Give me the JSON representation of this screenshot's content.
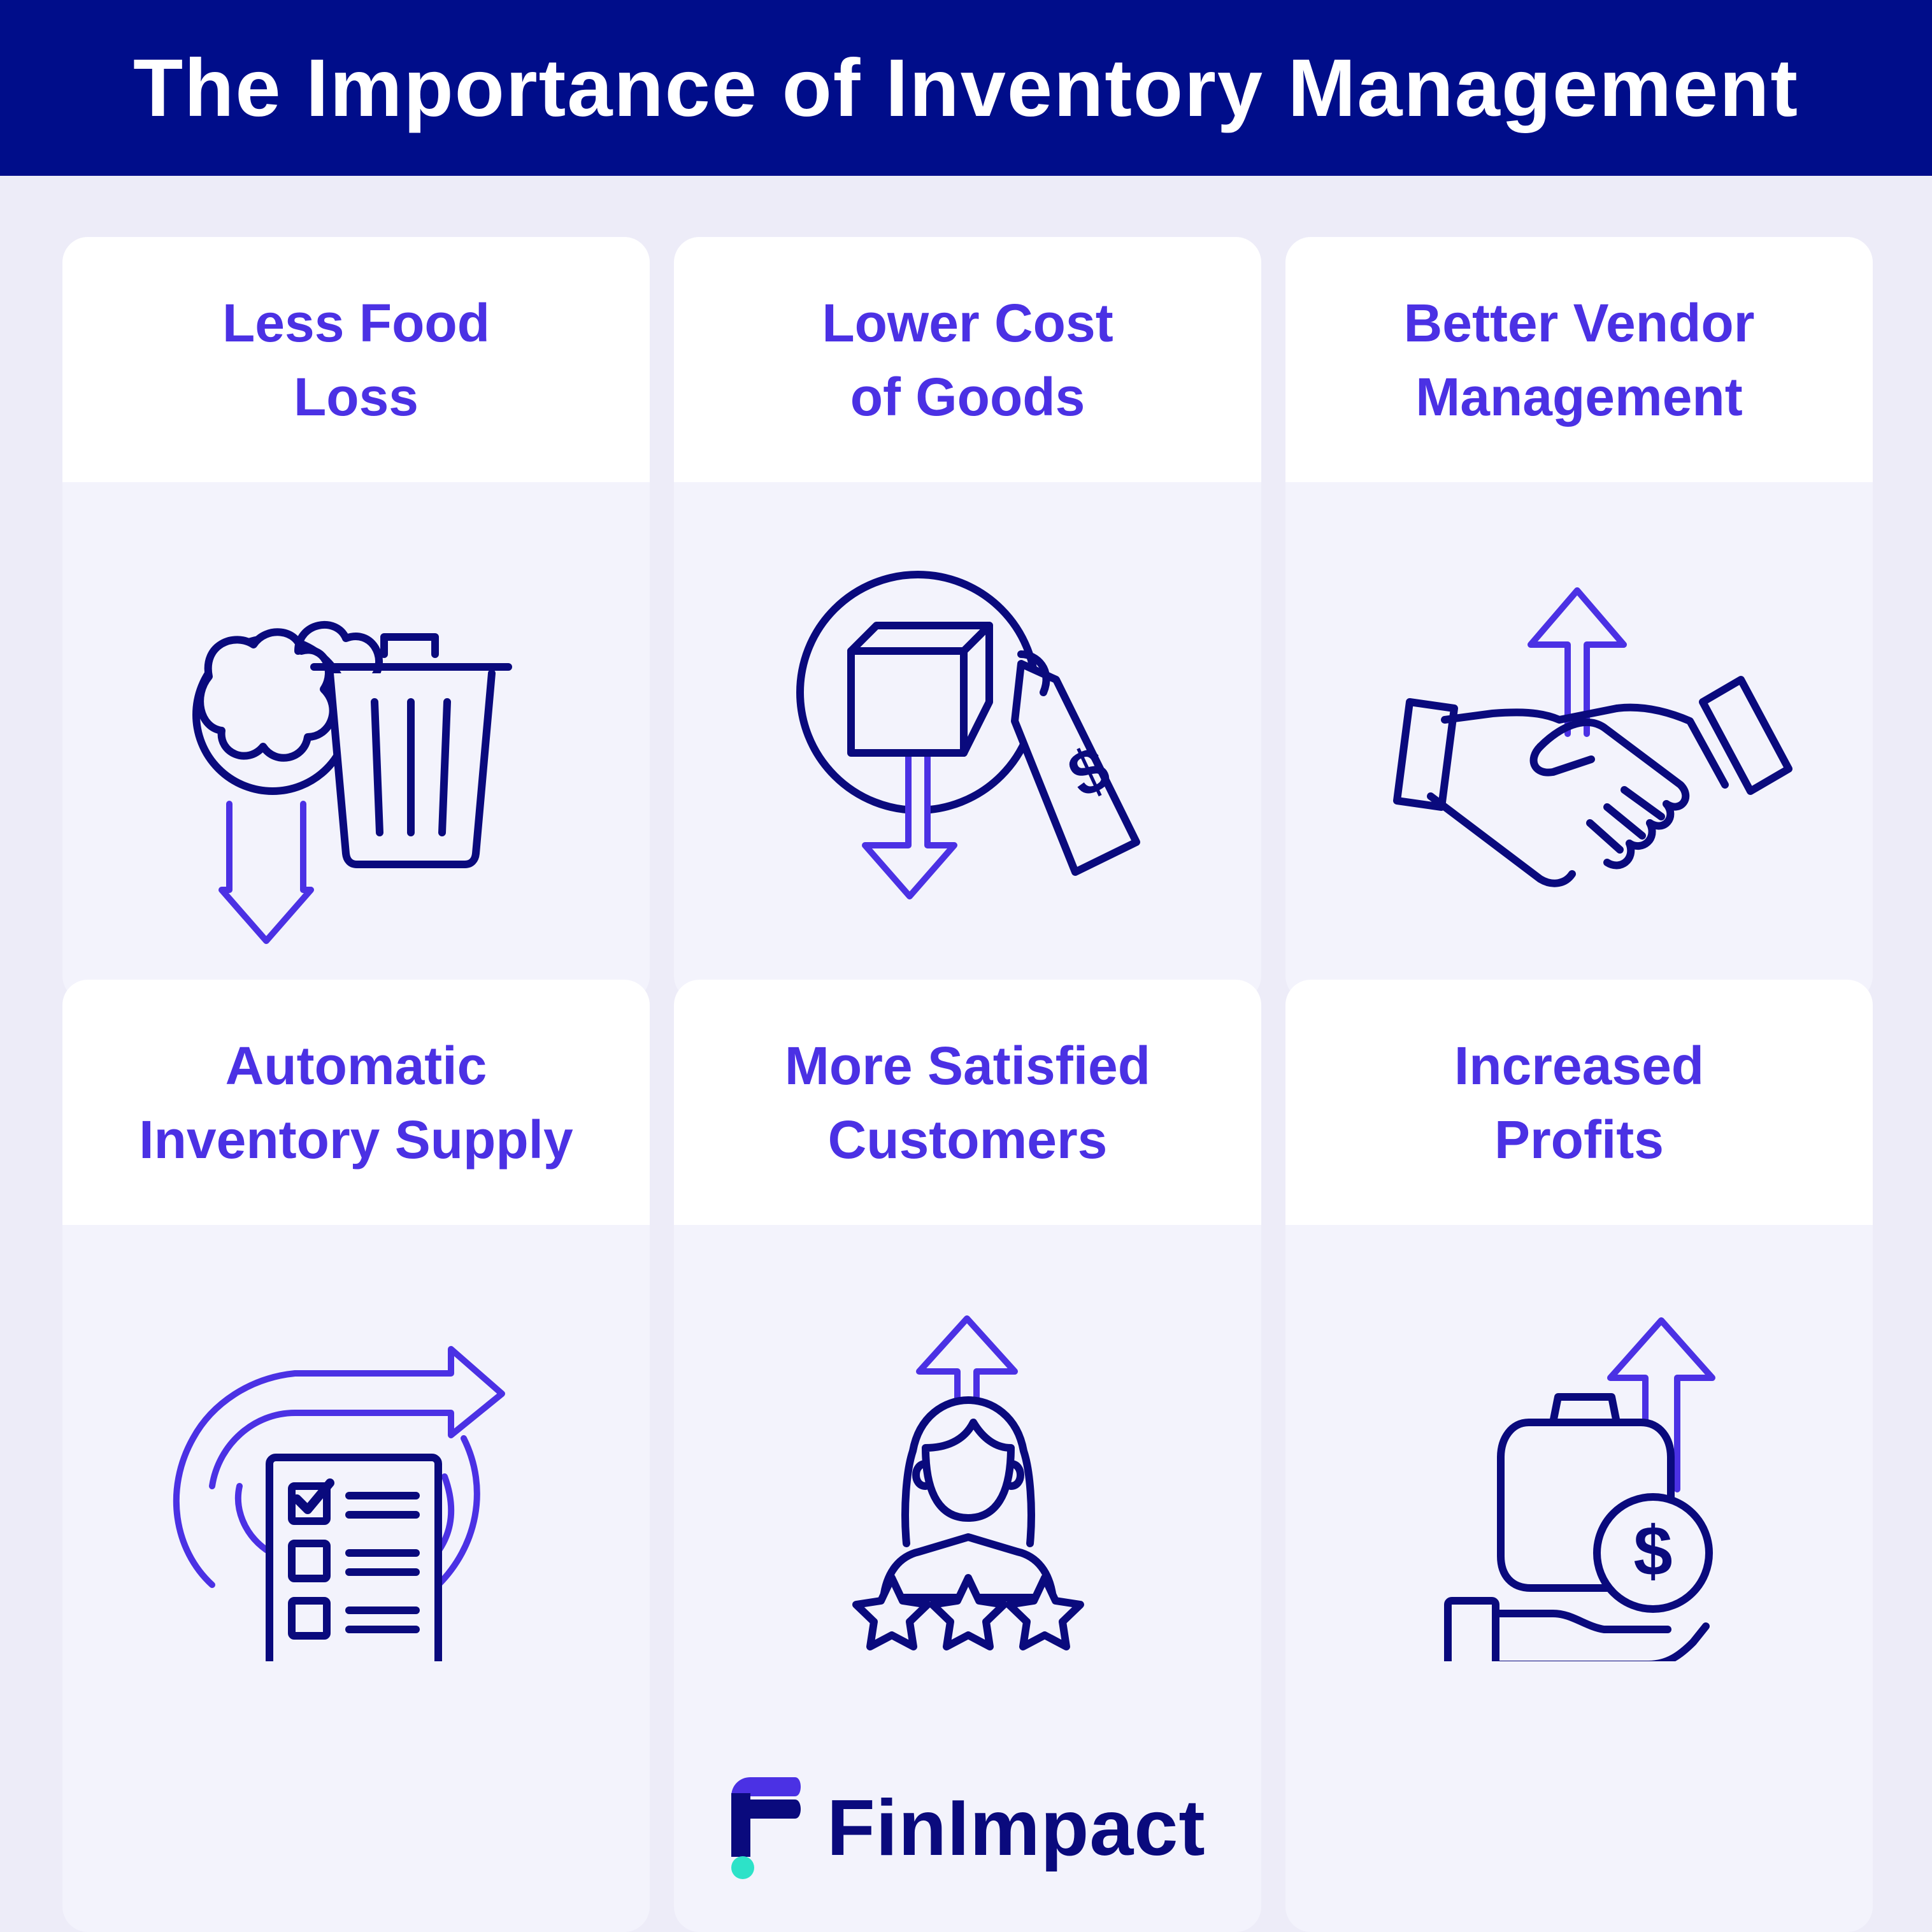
{
  "header": {
    "title": "The Importance of Inventory Management"
  },
  "cards": [
    {
      "title": "Less Food\nLoss",
      "icon": "food-waste-trash-icon"
    },
    {
      "title": "Lower Cost\nof Goods",
      "icon": "box-price-tag-icon"
    },
    {
      "title": "Better Vendor\nManagement",
      "icon": "handshake-icon"
    },
    {
      "title": "Automatic\nInventory Supply",
      "icon": "checklist-cycle-icon"
    },
    {
      "title": "More Satisfied\nCustomers",
      "icon": "customer-stars-icon"
    },
    {
      "title": "Increased\nProfits",
      "icon": "money-bag-hand-icon"
    }
  ],
  "brand": {
    "name": "FinImpact"
  },
  "colors": {
    "navy": "#000d8a",
    "accent": "#4b31e4",
    "teal": "#2de2c8",
    "background": "#edecf8"
  }
}
